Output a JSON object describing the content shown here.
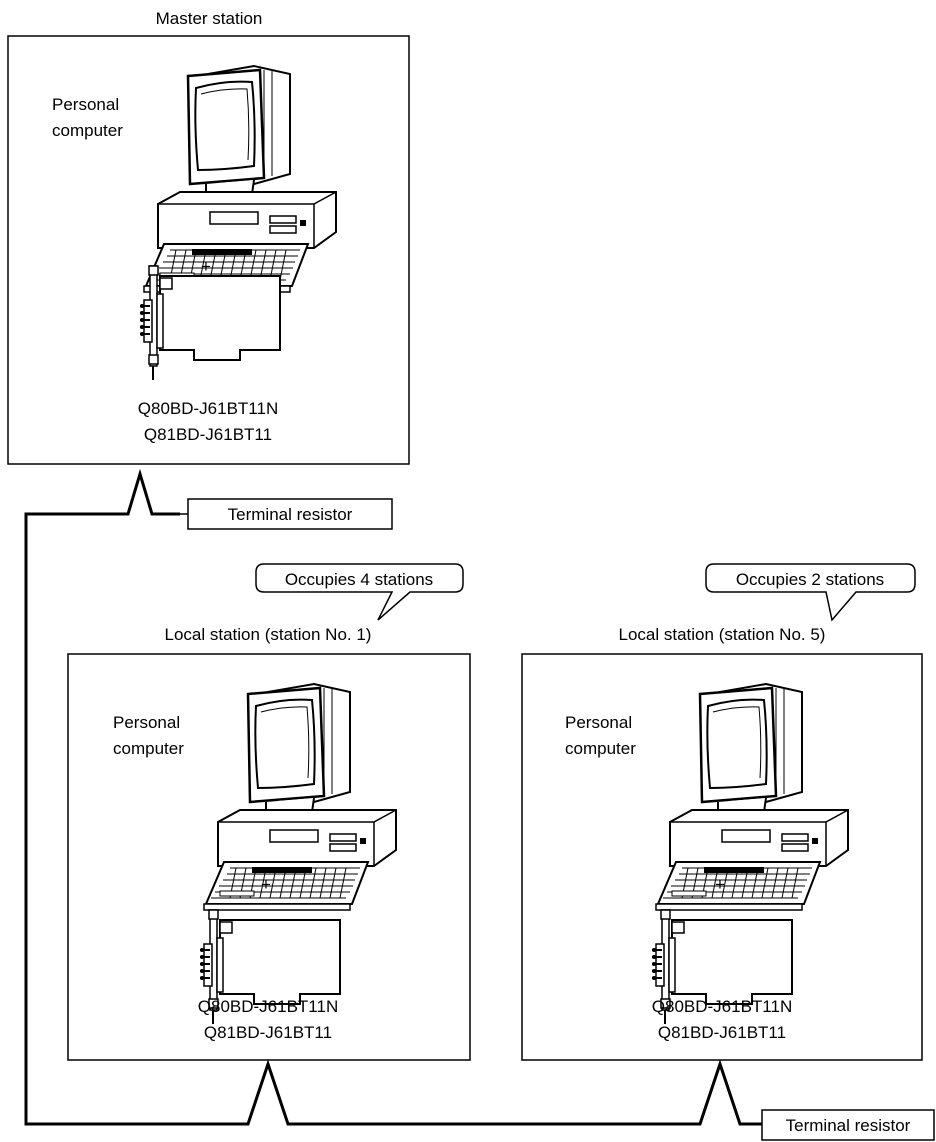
{
  "master": {
    "title": "Master station",
    "pc_label_line1": "Personal",
    "pc_label_line2": "computer",
    "plus": "+",
    "model_line1": "Q80BD-J61BT11N",
    "model_line2": "Q81BD-J61BT11"
  },
  "local1": {
    "title": "Local station (station No. 1)",
    "callout": "Occupies 4 stations",
    "pc_label_line1": "Personal",
    "pc_label_line2": "computer",
    "plus": "+",
    "model_line1": "Q80BD-J61BT11N",
    "model_line2": "Q81BD-J61BT11"
  },
  "local5": {
    "title": "Local station (station No. 5)",
    "callout": "Occupies 2 stations",
    "pc_label_line1": "Personal",
    "pc_label_line2": "computer",
    "plus": "+",
    "model_line1": "Q80BD-J61BT11N",
    "model_line2": "Q81BD-J61BT11"
  },
  "terminal_resistor_top": "Terminal resistor",
  "terminal_resistor_bottom": "Terminal resistor"
}
